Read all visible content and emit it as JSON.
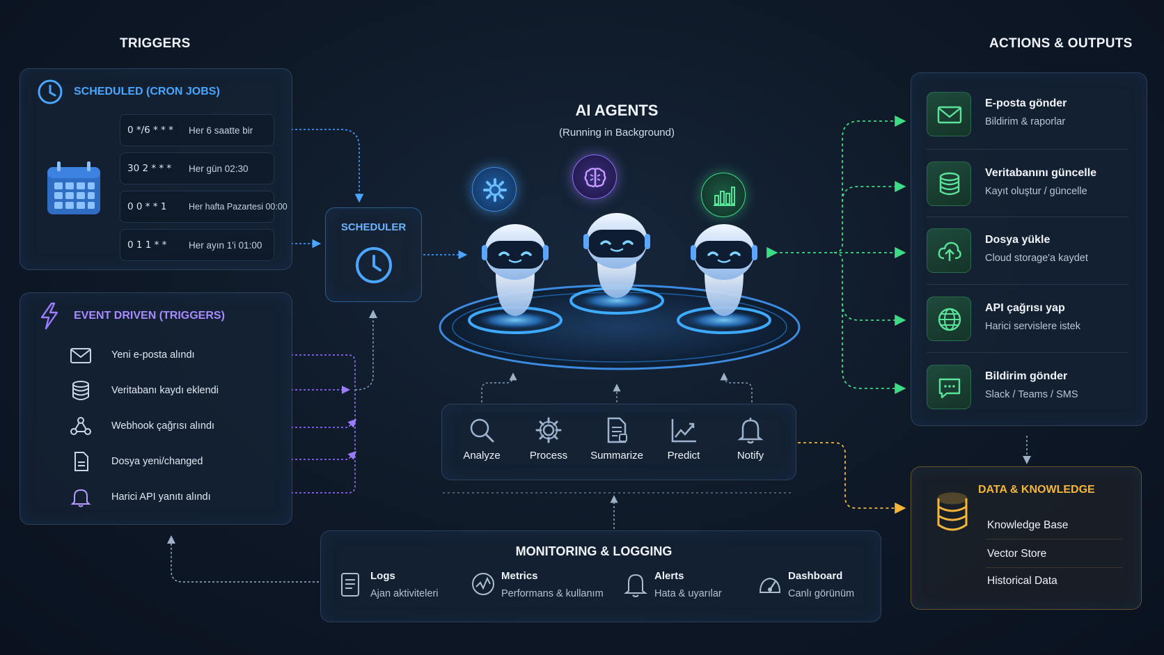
{
  "headers": {
    "triggers": "TRIGGERS",
    "actions": "ACTIONS & OUTPUTS",
    "agents_title": "AI AGENTS",
    "agents_subtitle": "(Running in Background)"
  },
  "scheduled": {
    "title": "SCHEDULED (CRON JOBS)",
    "rows": [
      {
        "expr": "0 */6 * * *",
        "desc": "Her 6 saatte bir"
      },
      {
        "expr": "30 2 * * *",
        "desc": "Her gün 02:30"
      },
      {
        "expr": "0 0 * * 1",
        "desc": "Her hafta Pazartesi 00:00"
      },
      {
        "expr": "0 1 1 * *",
        "desc": "Her ayın 1'i 01:00"
      }
    ]
  },
  "scheduler": {
    "label": "SCHEDULER"
  },
  "event_driven": {
    "title": "EVENT DRIVEN (TRIGGERS)",
    "items": [
      {
        "icon": "mail-icon",
        "label": "Yeni e-posta alındı"
      },
      {
        "icon": "database-icon",
        "label": "Veritabanı kaydı eklendi"
      },
      {
        "icon": "webhook-icon",
        "label": "Webhook çağrısı alındı"
      },
      {
        "icon": "file-icon",
        "label": "Dosya yeni/changed"
      },
      {
        "icon": "bell-icon",
        "label": "Harici API yanıtı alındı"
      }
    ]
  },
  "agents": [
    {
      "badge_icon": "gear-icon"
    },
    {
      "badge_icon": "brain-icon"
    },
    {
      "badge_icon": "bar-chart-icon"
    }
  ],
  "tools": [
    {
      "icon": "search-icon",
      "label": "Analyze"
    },
    {
      "icon": "gear-icon",
      "label": "Process"
    },
    {
      "icon": "document-icon",
      "label": "Summarize"
    },
    {
      "icon": "trend-chart-icon",
      "label": "Predict"
    },
    {
      "icon": "bell-icon",
      "label": "Notify"
    }
  ],
  "monitoring": {
    "title": "MONITORING & LOGGING",
    "items": [
      {
        "icon": "log-icon",
        "title": "Logs",
        "subtitle": "Ajan aktiviteleri"
      },
      {
        "icon": "gauge-icon",
        "title": "Metrics",
        "subtitle": "Performans & kullanım"
      },
      {
        "icon": "bell-icon",
        "title": "Alerts",
        "subtitle": "Hata & uyarılar"
      },
      {
        "icon": "dashboard-icon",
        "title": "Dashboard",
        "subtitle": "Canlı görünüm"
      }
    ]
  },
  "actions": [
    {
      "icon": "mail-icon",
      "title": "E-posta gönder",
      "subtitle": "Bildirim & raporlar"
    },
    {
      "icon": "database-icon",
      "title": "Veritabanını güncelle",
      "subtitle": "Kayıt oluştur / güncelle"
    },
    {
      "icon": "cloud-upload-icon",
      "title": "Dosya yükle",
      "subtitle": "Cloud storage'a kaydet"
    },
    {
      "icon": "globe-icon",
      "title": "API çağrısı yap",
      "subtitle": "Harici servislere istek"
    },
    {
      "icon": "chat-icon",
      "title": "Bildirim gönder",
      "subtitle": "Slack / Teams / SMS"
    }
  ],
  "knowledge": {
    "title": "DATA & KNOWLEDGE",
    "items": [
      "Knowledge Base",
      "Vector Store",
      "Historical Data"
    ]
  },
  "colors": {
    "blue_accent": "#4aa6ff",
    "purple_accent": "#9b7bff",
    "green_accent": "#3ddc84",
    "gold_accent": "#f4b63a"
  }
}
